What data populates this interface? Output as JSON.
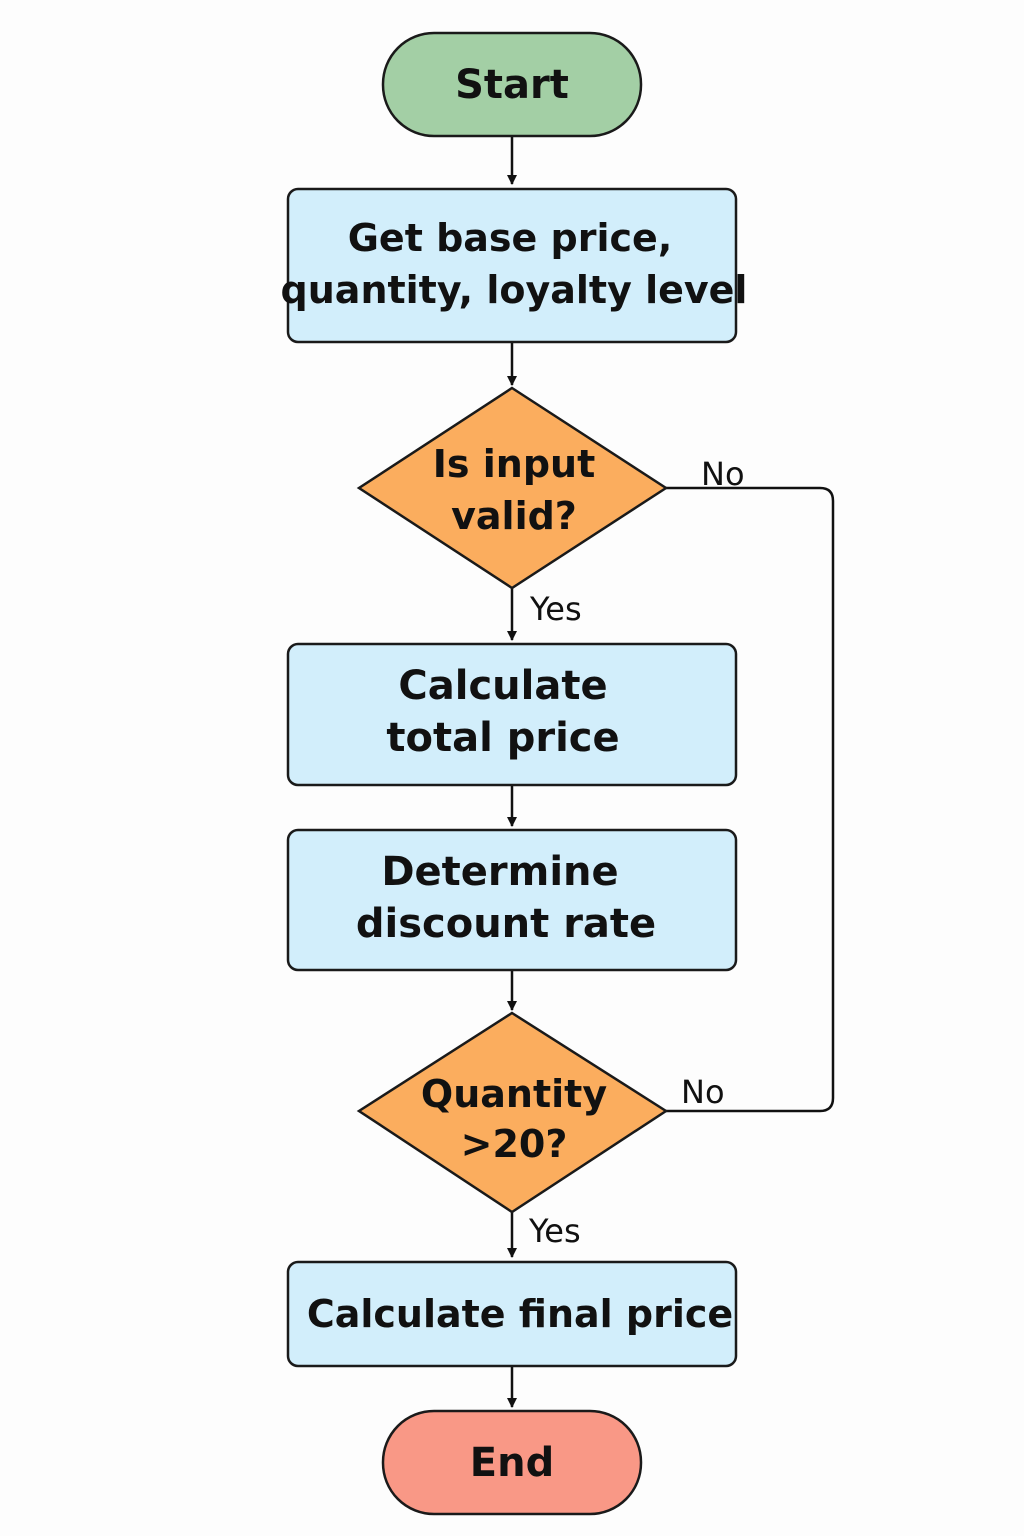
{
  "colors": {
    "terminal_start": "#a3cfa5",
    "terminal_end": "#f99886",
    "process": "#d2eefb",
    "decision": "#fbad5e",
    "stroke": "#1a1a1a"
  },
  "nodes": {
    "start": {
      "label": "Start"
    },
    "get_input": {
      "line1": "Get base price,",
      "line2": "quantity, loyalty level"
    },
    "validate": {
      "line1": "Is input",
      "line2": "valid?"
    },
    "total_price": {
      "line1": "Calculate",
      "line2": "total price"
    },
    "discount_rate": {
      "line1": "Determine",
      "line2": "discount rate"
    },
    "quantity_check": {
      "line1": "Quantity",
      "line2": ">20?"
    },
    "final_price": {
      "label": "Calculate final price"
    },
    "end": {
      "label": "End"
    }
  },
  "edges": {
    "validate_yes": "Yes",
    "validate_no": "No",
    "quantity_yes": "Yes",
    "quantity_no": "No"
  }
}
